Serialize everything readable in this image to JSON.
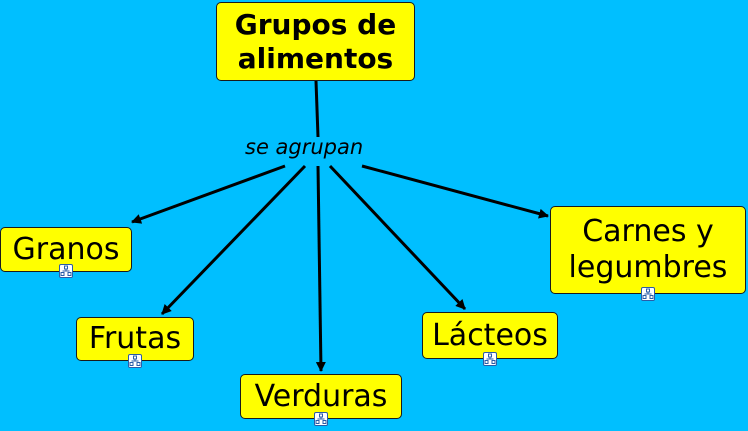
{
  "diagram": {
    "type": "concept-map",
    "background_color": "#00bfff",
    "node_color": "#ffff00",
    "line_color": "#000000",
    "root": {
      "id": "grupos",
      "label_line1": "Grupos de",
      "label_line2": "alimentos"
    },
    "linking_phrase": {
      "label": "se agrupan"
    },
    "children": [
      {
        "id": "granos",
        "label": "Granos",
        "has_resource": true
      },
      {
        "id": "frutas",
        "label": "Frutas",
        "has_resource": true
      },
      {
        "id": "verduras",
        "label": "Verduras",
        "has_resource": true
      },
      {
        "id": "lacteos",
        "label": "Lácteos",
        "has_resource": true
      },
      {
        "id": "carnes",
        "label_line1": "Carnes y",
        "label_line2": "legumbres",
        "has_resource": true
      }
    ],
    "connections": [
      {
        "from": "grupos",
        "to": "se agrupan"
      },
      {
        "from": "se agrupan",
        "to": "Granos"
      },
      {
        "from": "se agrupan",
        "to": "Frutas"
      },
      {
        "from": "se agrupan",
        "to": "Verduras"
      },
      {
        "from": "se agrupan",
        "to": "Lácteos"
      },
      {
        "from": "se agrupan",
        "to": "Carnes y legumbres"
      }
    ],
    "icons": {
      "resource": "concept-map-resource-icon"
    }
  }
}
